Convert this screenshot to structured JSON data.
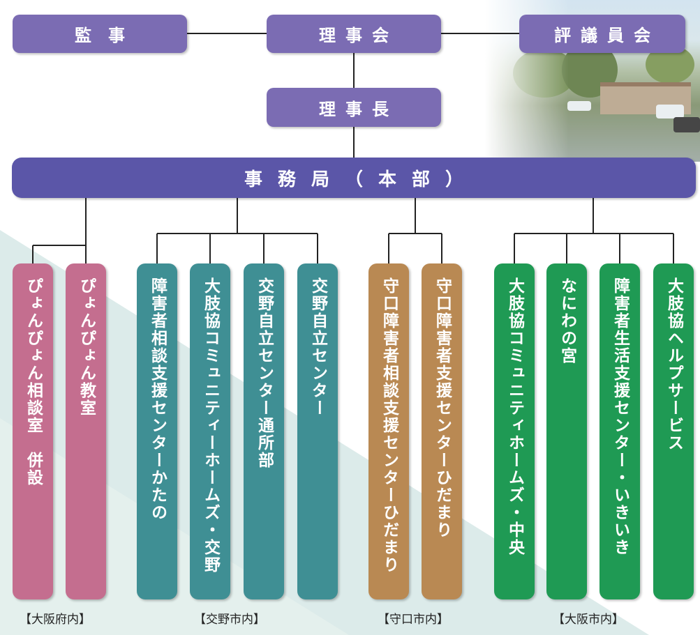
{
  "top": {
    "auditor": "監　事",
    "board": "理事会",
    "council": "評議員会",
    "chairman": "理事長"
  },
  "secretariat": "事務局（本部）",
  "units": [
    {
      "label": "ぴょんぴょん相談室　併設",
      "color": "#c46e8f"
    },
    {
      "label": "ぴょんぴょん教室",
      "color": "#c46e8f"
    },
    {
      "label": "障害者相談支援センターかたの",
      "color": "#3f8f94"
    },
    {
      "label": "大肢協コミュニティーホームズ・交野",
      "color": "#3f8f94"
    },
    {
      "label": "交野自立センター通所部",
      "color": "#3f8f94"
    },
    {
      "label": "交野自立センター",
      "color": "#3f8f94"
    },
    {
      "label": "守口障害者相談支援センターひだまり",
      "color": "#b98953"
    },
    {
      "label": "守口障害者支援センターひだまり",
      "color": "#b98953"
    },
    {
      "label": "大肢協コミュニティホームズ・中央",
      "color": "#1f9a54"
    },
    {
      "label": "なにわの宮",
      "color": "#1f9a54"
    },
    {
      "label": "障害者生活支援センター・いきいき",
      "color": "#1f9a54"
    },
    {
      "label": "大肢協ヘルプサービス",
      "color": "#1f9a54"
    }
  ],
  "regions": {
    "osaka_pref": "【大阪府内】",
    "katano": "【交野市内】",
    "moriguchi": "【守口市内】",
    "osaka_city": "【大阪市内】"
  },
  "colors": {
    "top_box": "#7b6cb3",
    "secretariat": "#5b56a8",
    "background_triangle": "#dcebea"
  }
}
